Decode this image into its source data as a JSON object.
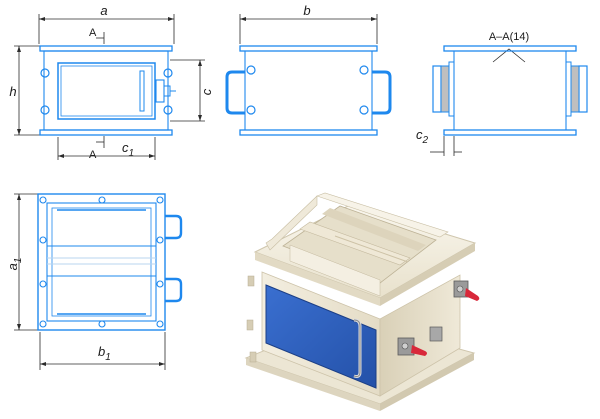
{
  "labels": {
    "a": "a",
    "b": "b",
    "h": "h",
    "c": "c",
    "c1": "c",
    "c1_sub": "1",
    "c2": "c",
    "c2_sub": "2",
    "a1": "a",
    "a1_sub": "1",
    "b1": "b",
    "b1_sub": "1",
    "section_top": "A",
    "section_bottom": "A",
    "section_title": "A–A(14)"
  },
  "colors": {
    "drawing_line": "#1e88ee",
    "dimension_line": "#2b2b2b",
    "body": "#f1ecdd",
    "panel": "#2f63c0",
    "latch": "#d8283a"
  }
}
